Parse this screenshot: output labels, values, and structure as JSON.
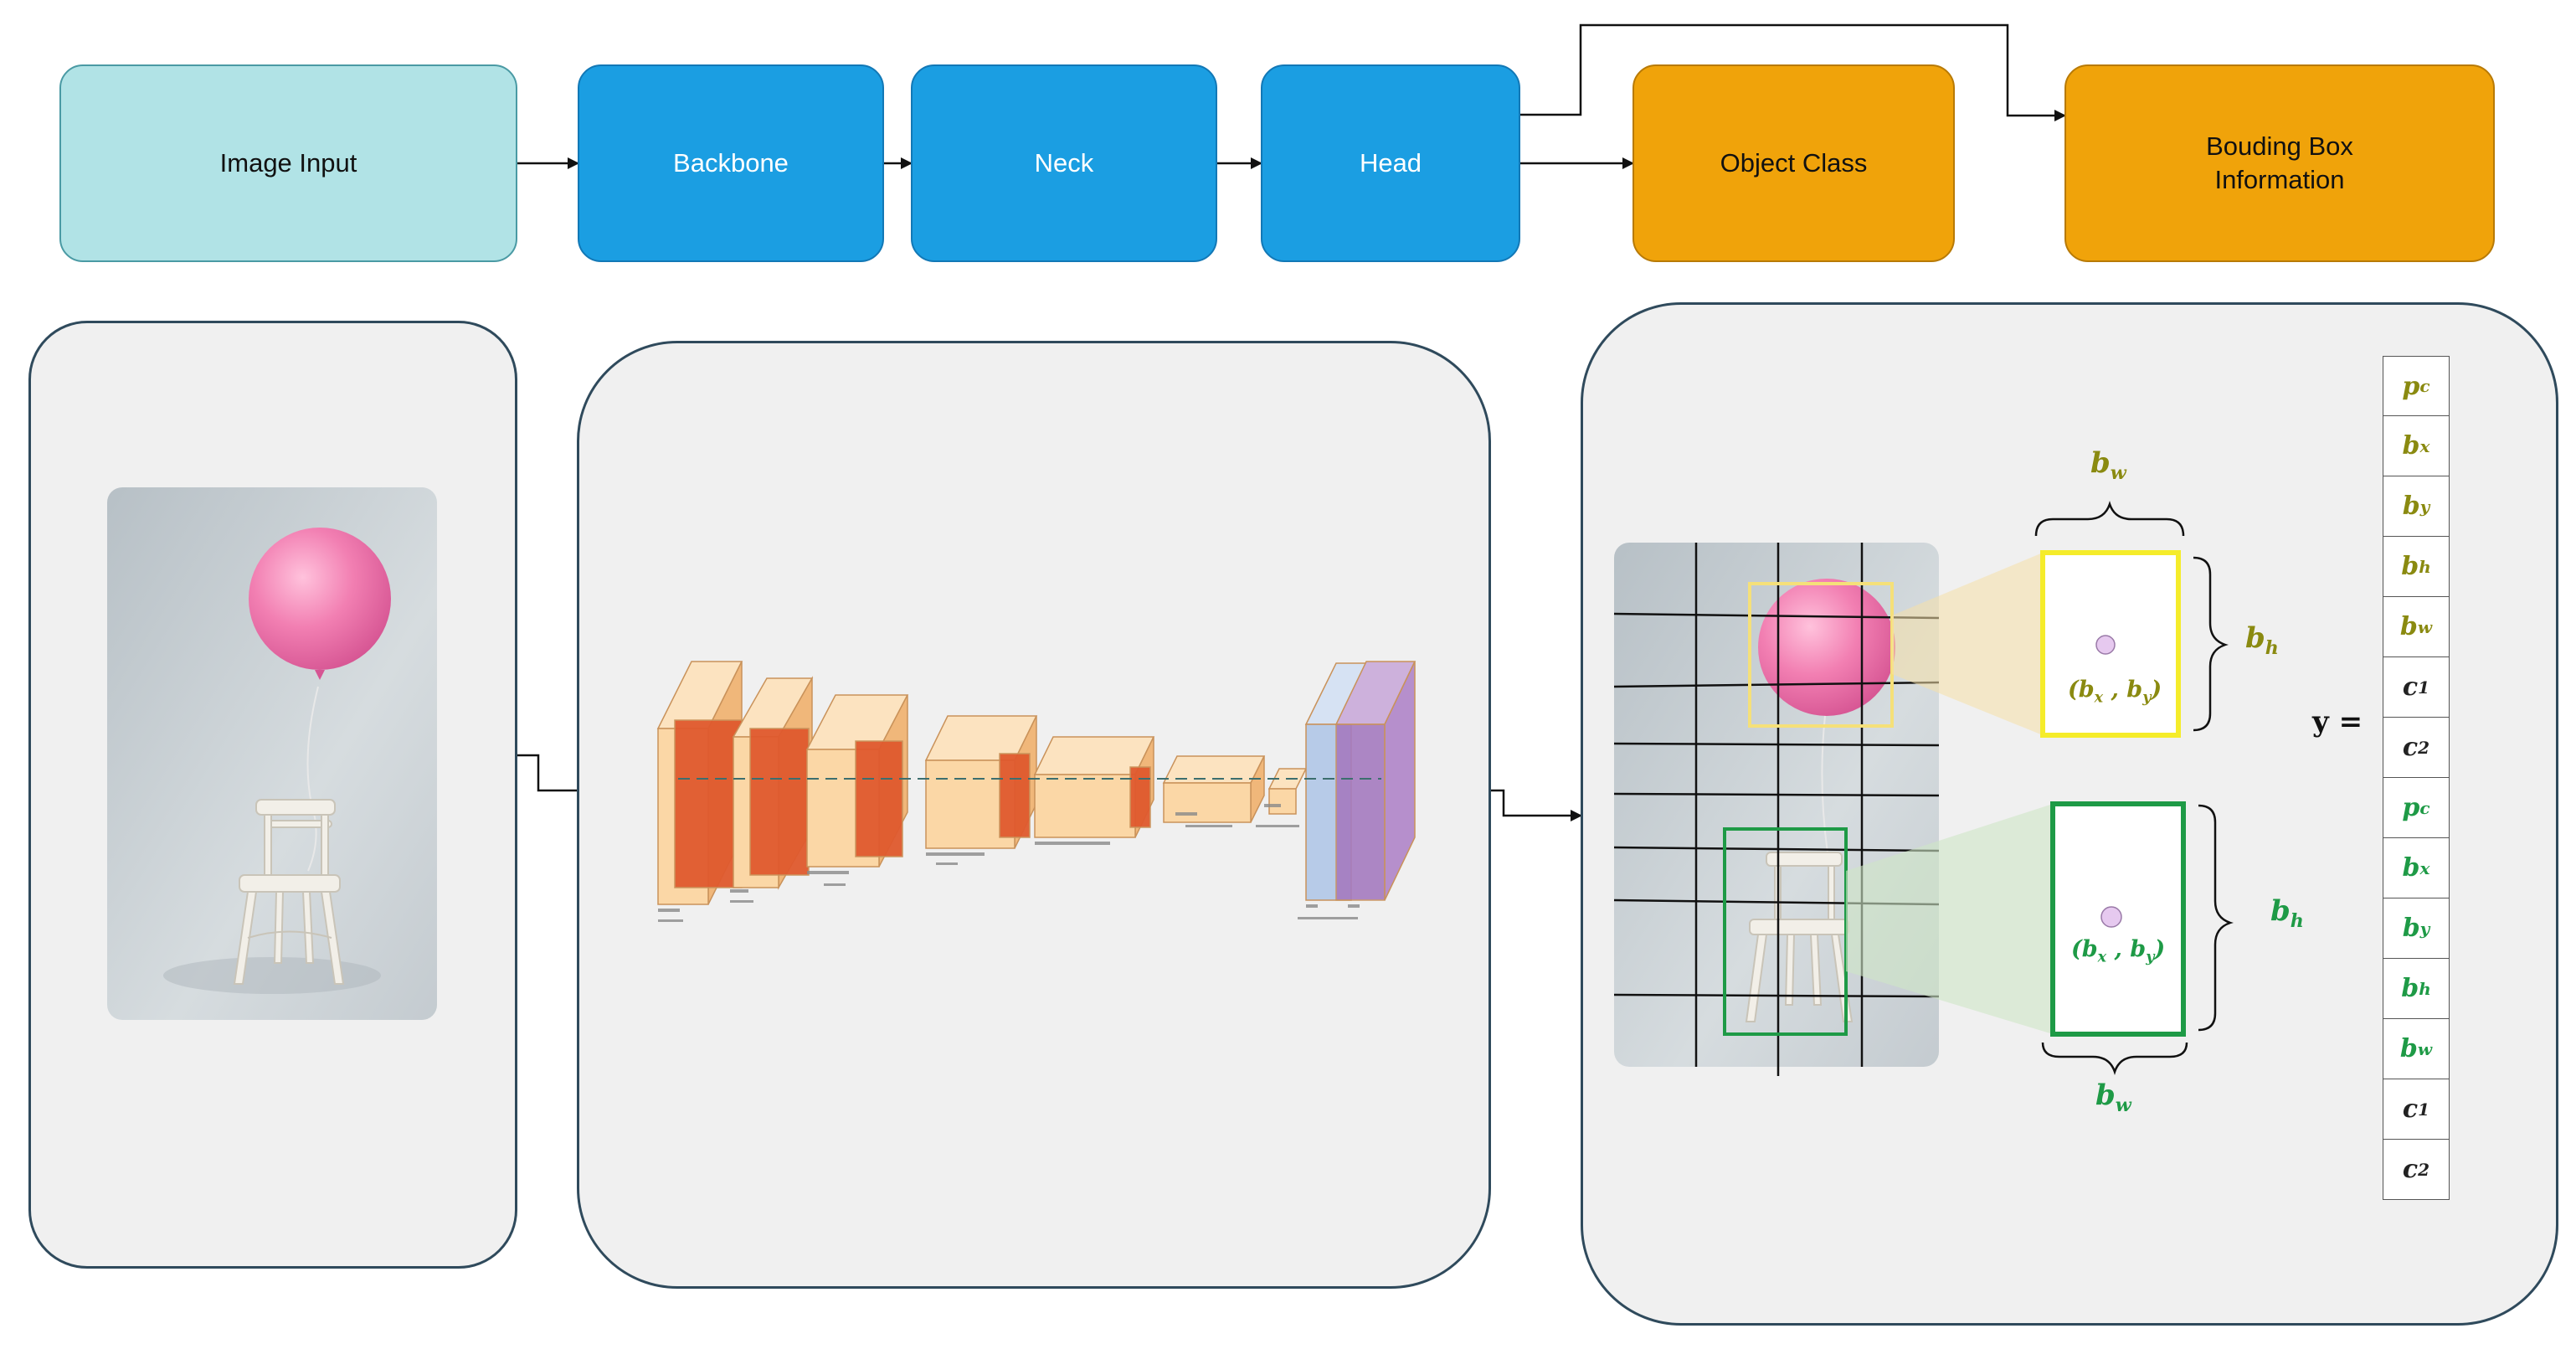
{
  "flow": {
    "image_input": "Image Input",
    "backbone": "Backbone",
    "neck": "Neck",
    "head": "Head",
    "object_class": "Object Class",
    "bbox_info": "Bouding Box\nInformation"
  },
  "output": {
    "y_label": "y =",
    "vector": [
      {
        "base": "p",
        "sub": "c",
        "group": "yellow"
      },
      {
        "base": "b",
        "sub": "x",
        "group": "yellow"
      },
      {
        "base": "b",
        "sub": "y",
        "group": "yellow"
      },
      {
        "base": "b",
        "sub": "h",
        "group": "yellow"
      },
      {
        "base": "b",
        "sub": "w",
        "group": "yellow"
      },
      {
        "base": "c",
        "sub": "1",
        "group": "black"
      },
      {
        "base": "c",
        "sub": "2",
        "group": "black"
      },
      {
        "base": "p",
        "sub": "c",
        "group": "green"
      },
      {
        "base": "b",
        "sub": "x",
        "group": "green"
      },
      {
        "base": "b",
        "sub": "y",
        "group": "green"
      },
      {
        "base": "b",
        "sub": "h",
        "group": "green"
      },
      {
        "base": "b",
        "sub": "w",
        "group": "green"
      },
      {
        "base": "c",
        "sub": "1",
        "group": "black"
      },
      {
        "base": "c",
        "sub": "2",
        "group": "black"
      }
    ]
  },
  "labels": {
    "bw": {
      "base": "b",
      "sub": "w"
    },
    "bh": {
      "base": "b",
      "sub": "h"
    },
    "center_yellow": {
      "open": "(b",
      "x": "x",
      "sep": " , b",
      "y": "y",
      "close": ")"
    },
    "center_green": {
      "open": "(b",
      "x": "x",
      "sep": " , b",
      "y": "y",
      "close": ")"
    }
  },
  "colors": {
    "yellow_text": "#8a8a10",
    "yellow_box": "#f5ec2a",
    "green": "#1e9a46",
    "black": "#222222"
  }
}
